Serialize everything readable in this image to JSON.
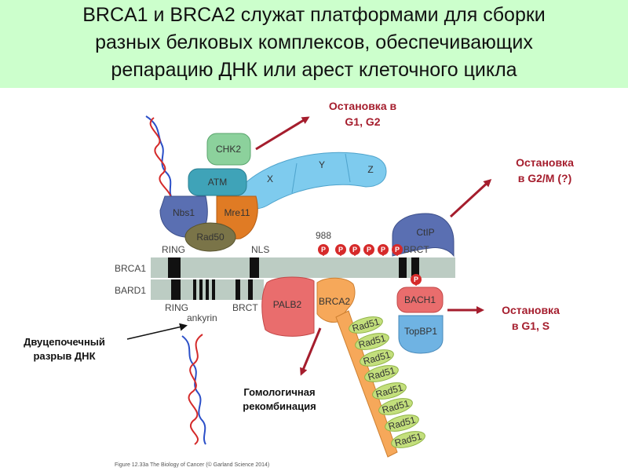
{
  "title": {
    "line1": "BRCA1 и BRCA2 служат платформами для сборки",
    "line2": "разных белковых комплексов, обеспечивающих",
    "line3": "репарацию ДНК или арест клеточного цикла"
  },
  "colors": {
    "header_bg": "#ccffcc",
    "arrow_red": "#a51d2d",
    "chk2": "#8cd19c",
    "atm": "#3fa3b8",
    "nbs1": "#5a6fb2",
    "mre11": "#e07b24",
    "rad50": "#7a7448",
    "xyz": "#7ecbee",
    "ctip": "#5a6fb2",
    "palb2": "#e96d6d",
    "brca2": "#f6a85a",
    "rad51": "#c3df7c",
    "bach1": "#e96d6d",
    "topbp1": "#6fb3e3",
    "phospho": "#d62a2a"
  },
  "proteins": {
    "chk2": "CHK2",
    "atm": "ATM",
    "nbs1": "Nbs1",
    "mre11": "Mre11",
    "rad50": "Rad50",
    "x": "X",
    "y": "Y",
    "z": "Z",
    "ctip": "CtIP",
    "palb2": "PALB2",
    "brca2": "BRCA2",
    "bach1": "BACH1",
    "topbp1": "TopBP1",
    "rad51": [
      "Rad51",
      "Rad51",
      "Rad51",
      "Rad51",
      "Rad51",
      "Rad51",
      "Rad51",
      "Rad51"
    ]
  },
  "domains": {
    "ring_top": "RING",
    "nls": "NLS",
    "site_988": "988",
    "brct_top": "BRCT",
    "ring_bottom": "RING",
    "brct_bottom": "BRCT",
    "ankyrin": "ankyrin",
    "phospho_mark": "P"
  },
  "genes": {
    "brca1": "BRCA1",
    "bard1": "BARD1"
  },
  "outcomes": {
    "arrest_g1g2_1": "Остановка в",
    "arrest_g1g2_2": "G1, G2",
    "arrest_g2m_1": "Остановка",
    "arrest_g2m_2": "в G2/M (?)",
    "arrest_g1s_1": "Остановка",
    "arrest_g1s_2": "в G1, S",
    "dsb_1": "Двуцепочечный",
    "dsb_2": "разрыв ДНК",
    "hr_1": "Гомологичная",
    "hr_2": "рекомбинация"
  },
  "credit": "Figure 12.33a The Biology of Cancer (© Garland Science 2014)"
}
